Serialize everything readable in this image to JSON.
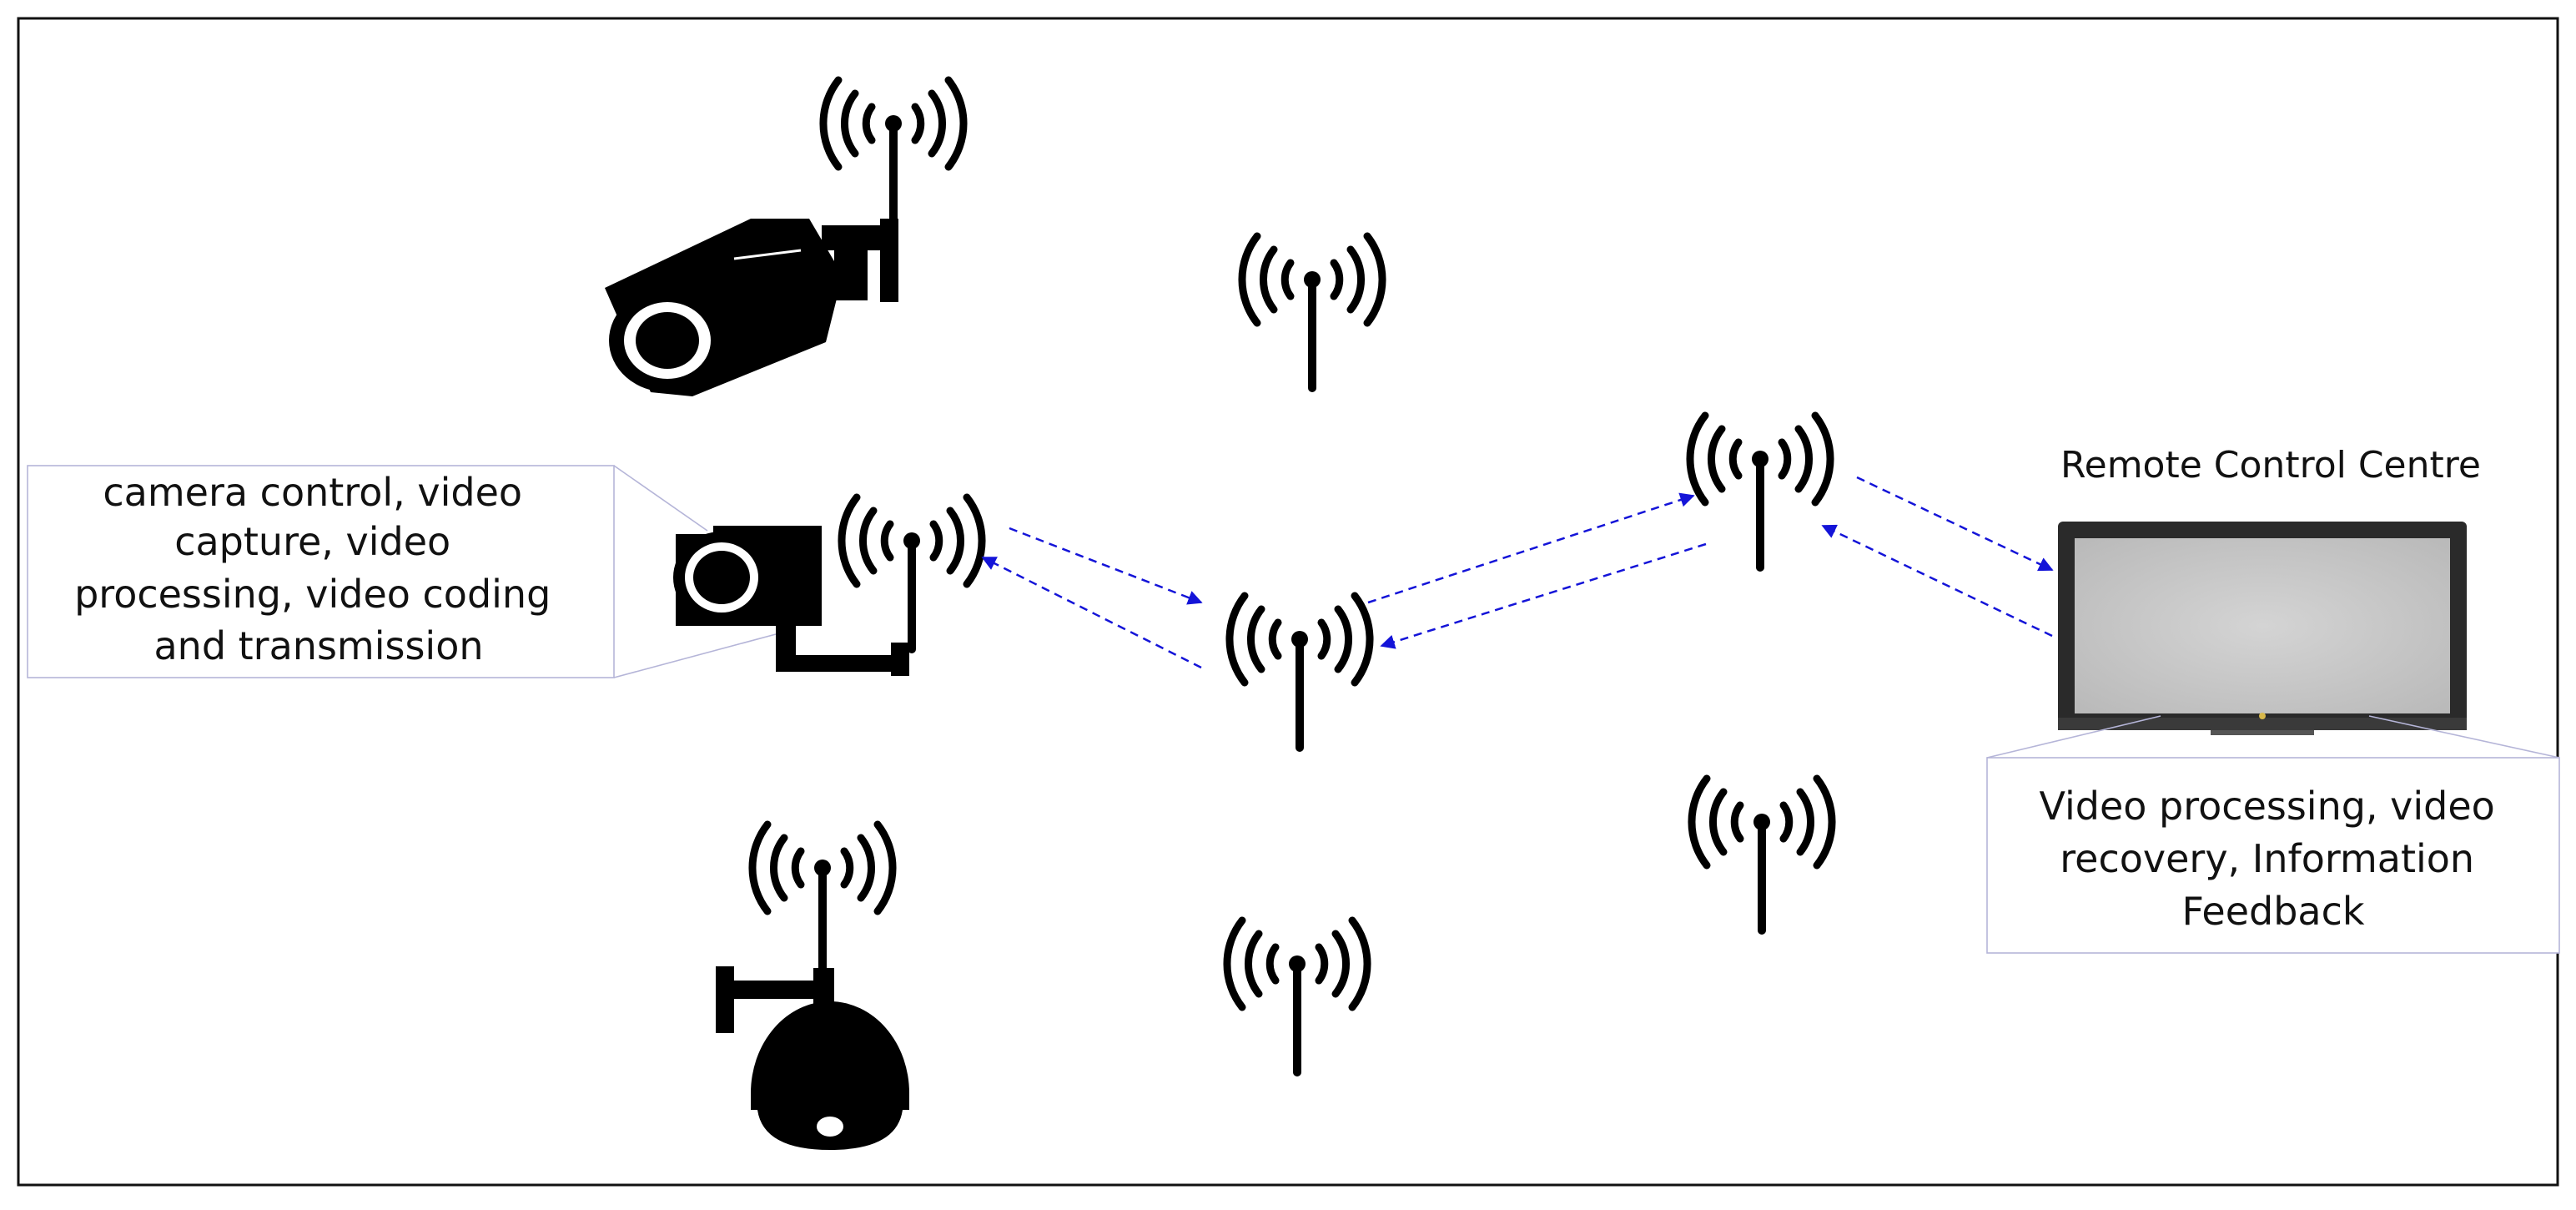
{
  "nodes": {
    "camera_callout": {
      "lines": [
        "camera control, video",
        "capture, video",
        "processing, video coding",
        "and transmission"
      ]
    },
    "control_centre": {
      "title": "Remote Control Centre"
    },
    "centre_callout": {
      "lines": [
        "Video processing, video",
        "recovery, Information",
        "Feedback"
      ]
    }
  },
  "icons": [
    "bullet-camera-icon",
    "box-camera-icon",
    "dome-camera-icon",
    "antenna-icon",
    "monitor-icon"
  ],
  "colors": {
    "link_arrow": "#1414d8",
    "callout_border": "#b5b5d8",
    "screen": "#c9c9c9"
  }
}
